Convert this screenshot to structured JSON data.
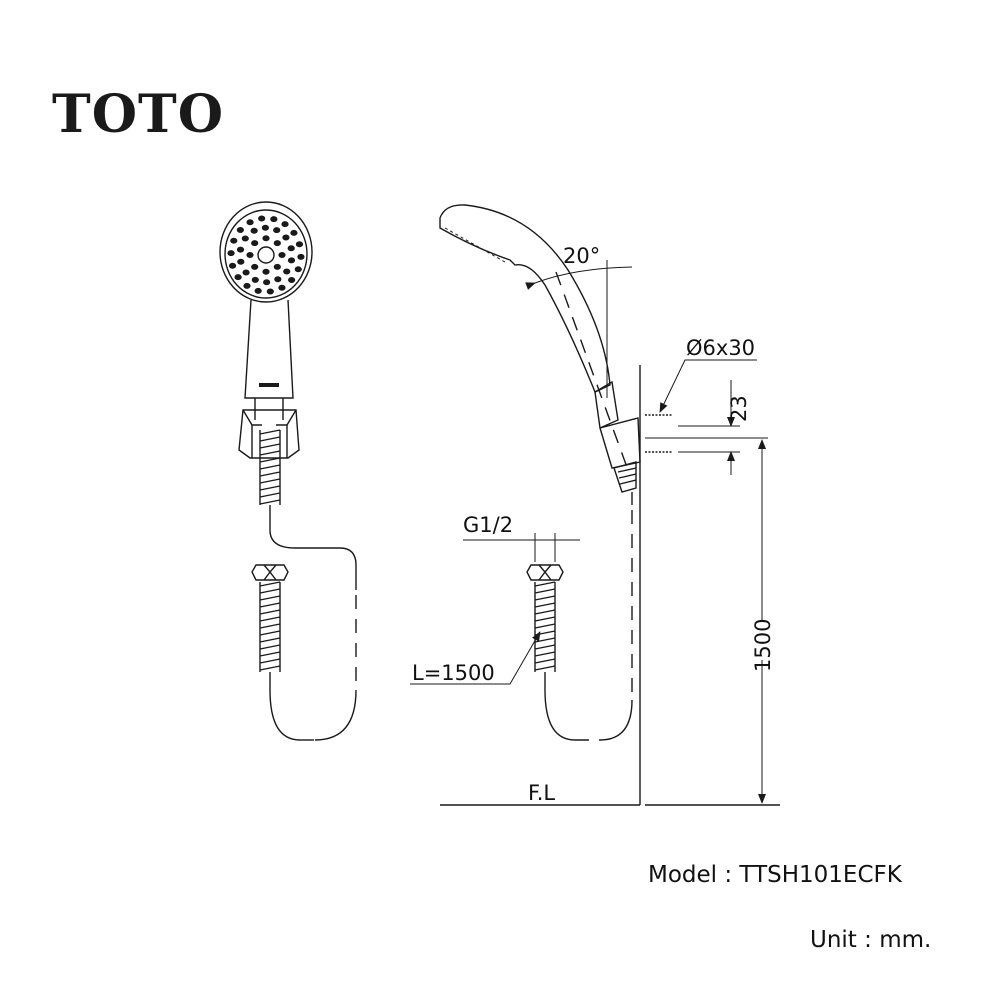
{
  "brand": {
    "logo_text": "TOTO"
  },
  "dimensions": {
    "angle": "20°",
    "anchor": "Ø6x30",
    "bracket_spacing": "23",
    "thread": "G1/2",
    "hose_length": "L=1500",
    "mount_height": "1500",
    "floor_level": "F.L"
  },
  "footer": {
    "model": "Model : TTSH101ECFK",
    "unit": "Unit : mm."
  },
  "colors": {
    "ink": "#1a1a1a",
    "background": "#ffffff"
  }
}
